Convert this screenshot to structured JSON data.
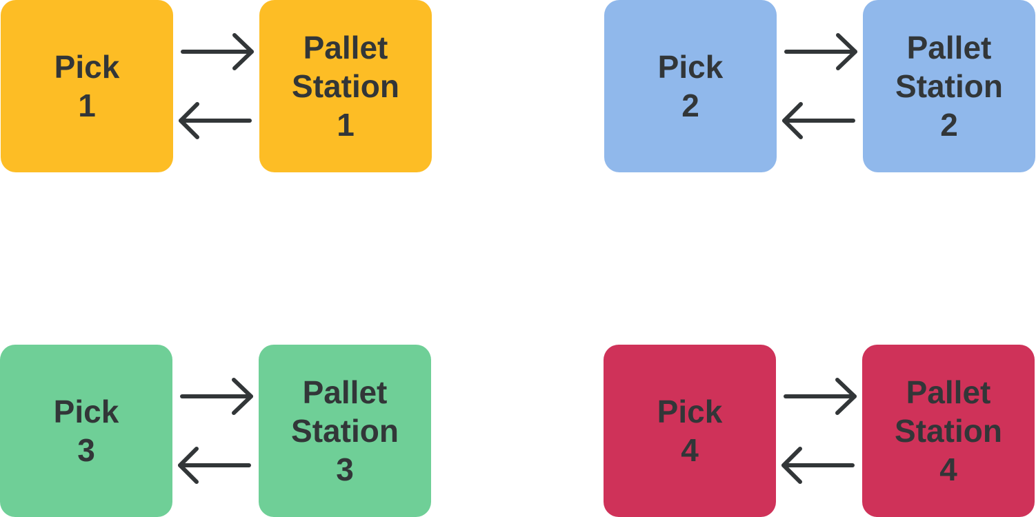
{
  "text_color": "#323638",
  "groups": [
    {
      "color": "#FDBD25",
      "pick_label": "Pick\n1",
      "station_label": "Pallet\nStation\n1"
    },
    {
      "color": "#90B8EB",
      "pick_label": "Pick\n2",
      "station_label": "Pallet\nStation\n2"
    },
    {
      "color": "#6FCF97",
      "pick_label": "Pick\n3",
      "station_label": "Pallet\nStation\n3"
    },
    {
      "color": "#CF3259",
      "pick_label": "Pick\n4",
      "station_label": "Pallet\nStation\n4"
    }
  ]
}
